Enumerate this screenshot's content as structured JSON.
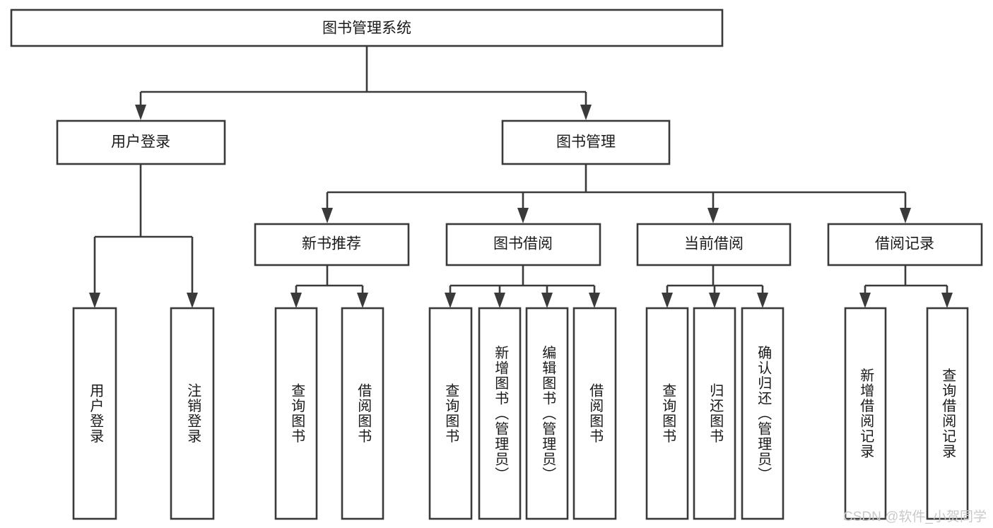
{
  "diagram": {
    "title": "图书管理系统",
    "type": "tree-hierarchy-diagram",
    "colors": {
      "stroke": "#3a3a3a",
      "fill": "#ffffff",
      "text": "#1a1a1a",
      "watermark": "#c9c9c9"
    },
    "nodes": {
      "root": {
        "label": "图书管理系统"
      },
      "level2": [
        {
          "id": "user-login",
          "label": "用户登录"
        },
        {
          "id": "book-management",
          "label": "图书管理"
        }
      ],
      "level3": [
        {
          "id": "new-book-recommend",
          "label": "新书推荐"
        },
        {
          "id": "book-borrow",
          "label": "图书借阅"
        },
        {
          "id": "current-borrow",
          "label": "当前借阅"
        },
        {
          "id": "borrow-record",
          "label": "借阅记录"
        }
      ],
      "leaves": {
        "user-login": [
          {
            "id": "leaf-user-login",
            "label": "用户登录"
          },
          {
            "id": "leaf-logout-login",
            "label": "注销登录"
          }
        ],
        "new-book-recommend": [
          {
            "id": "leaf-query-book-1",
            "label": "查询图书"
          },
          {
            "id": "leaf-borrow-book-1",
            "label": "借阅图书"
          }
        ],
        "book-borrow": [
          {
            "id": "leaf-query-book-2",
            "label": "查询图书"
          },
          {
            "id": "leaf-add-book-admin",
            "label": "新增图书（管理员）"
          },
          {
            "id": "leaf-edit-book-admin",
            "label": "编辑图书（管理员）"
          },
          {
            "id": "leaf-borrow-book-2",
            "label": "借阅图书"
          }
        ],
        "current-borrow": [
          {
            "id": "leaf-query-book-3",
            "label": "查询图书"
          },
          {
            "id": "leaf-return-book",
            "label": "归还图书"
          },
          {
            "id": "leaf-confirm-return-admin",
            "label": "确认归还（管理员）"
          }
        ],
        "borrow-record": [
          {
            "id": "leaf-add-borrow-record",
            "label": "新增借阅记录"
          },
          {
            "id": "leaf-query-borrow-record",
            "label": "查询借阅记录"
          }
        ]
      }
    },
    "watermark": "CSDN @软件_小贺同学"
  }
}
